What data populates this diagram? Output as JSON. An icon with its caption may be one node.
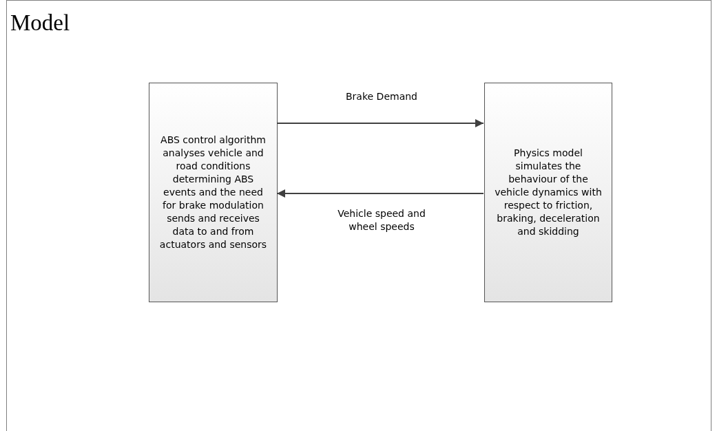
{
  "diagram": {
    "nodes": [
      {
        "text": [
          "Model"
        ]
      },
      {
        "text": [
          "ABS control algorithm analyses vehicle and road conditions determining ABS events and the need for brake modulation  sends and receives data to and from actuators and sensors"
        ],
        "in": 0
      },
      {
        "text": [
          "Physics model simulates the behaviour of the vehicle dynamics with respect to friction, braking, deceleration and skidding"
        ],
        "in": 0
      }
    ],
    "edges": [
      {
        "from": 1,
        "to": 2,
        "arrow": "to",
        "label": "Brake Demand"
      },
      {
        "from": 2,
        "to": 1,
        "arrow": "to",
        "label": "Vehicle speed and wheel speeds"
      }
    ]
  }
}
